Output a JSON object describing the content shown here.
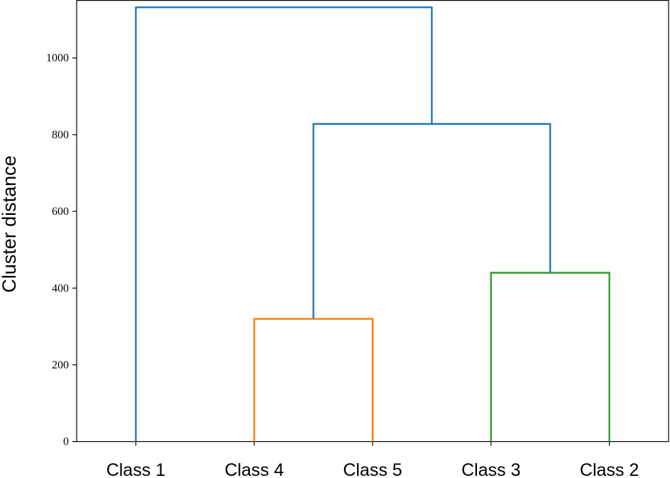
{
  "chart_data": {
    "type": "dendrogram",
    "title": "",
    "xlabel": "",
    "ylabel": "Cluster distance",
    "ylim": [
      0,
      1150
    ],
    "yticks": [
      0,
      200,
      400,
      600,
      800,
      1000
    ],
    "grid": false,
    "leaves": [
      "Class 1",
      "Class 4",
      "Class 5",
      "Class 3",
      "Class 2"
    ],
    "merges": [
      {
        "left": "Class 4",
        "right": "Class 5",
        "height": 320,
        "color": "#ff7f0e"
      },
      {
        "left": "Class 3",
        "right": "Class 2",
        "height": 440,
        "color": "#2ca02c"
      },
      {
        "left": "Class 4+Class 5",
        "right": "Class 3+Class 2",
        "height": 828,
        "color": "#1f77b4"
      },
      {
        "left": "Class 1",
        "right": "Class 4+Class 5+Class 3+Class 2",
        "height": 1132,
        "color": "#1f77b4"
      }
    ]
  }
}
